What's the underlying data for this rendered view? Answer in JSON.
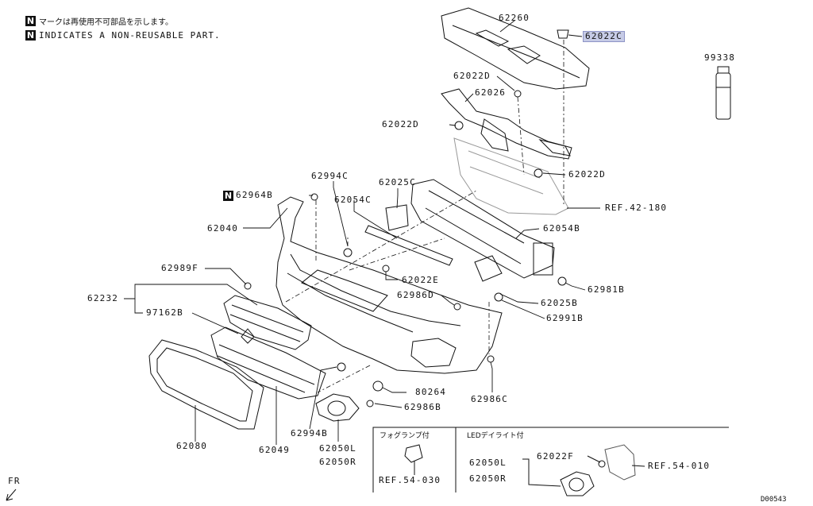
{
  "notes": {
    "badge": "N",
    "line1": "マークは再使用不可部品を示します。",
    "line2": "INDICATES A NON-REUSABLE PART."
  },
  "parts": {
    "p62260": "62260",
    "p62022C_top": "62022C",
    "p99338": "99338",
    "p62022D_a": "62022D",
    "p62026": "62026",
    "p62022D_b": "62022D",
    "p62022D_c": "62022D",
    "ref42180": "REF.42-180",
    "p62994C": "62994C",
    "p62025C": "62025C",
    "p62964B": "62964B",
    "p62054C": "62054C",
    "p62040": "62040",
    "p62054B": "62054B",
    "p62989F": "62989F",
    "p62022E": "62022E",
    "p62981B": "62981B",
    "p62232": "62232",
    "p62986D": "62986D",
    "p62025B": "62025B",
    "p97162B": "97162B",
    "p62991B": "62991B",
    "p80264": "80264",
    "p62986C": "62986C",
    "p62986B": "62986B",
    "p62994B": "62994B",
    "p62080": "62080",
    "p62049": "62049",
    "p62050L": "62050L",
    "p62050R": "62050R"
  },
  "inset_fog": {
    "title": "フォグランプ付",
    "ref": "REF.54-030"
  },
  "inset_led": {
    "title": "LEDデイライト付",
    "p62050L": "62050L",
    "p62050R": "62050R",
    "p62022F": "62022F",
    "ref": "REF.54-010"
  },
  "front_indicator": "FR",
  "diagram_code": "D00543",
  "colors": {
    "highlight_bg": "#c6cbe6",
    "line": "#111111"
  }
}
